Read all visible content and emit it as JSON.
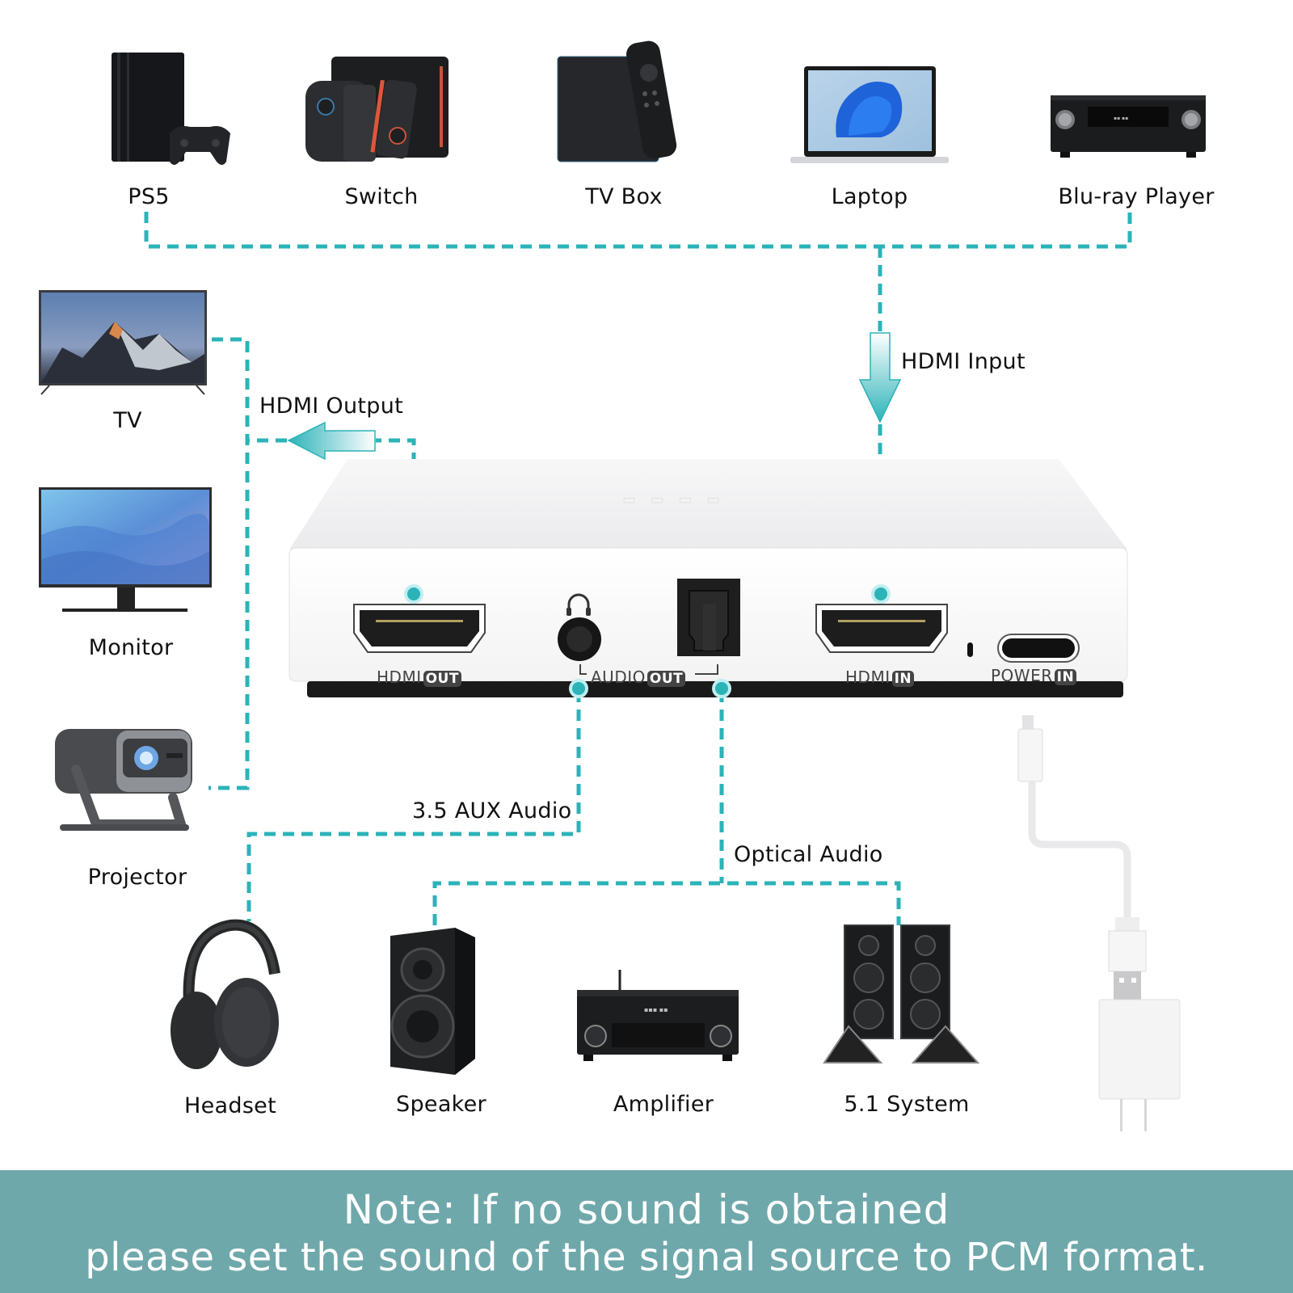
{
  "colors": {
    "accent": "#2bb3b8",
    "note_background": "#6fa8ab",
    "note_text": "#ffffff",
    "device_body": "#ffffff",
    "device_base": "#1a1a1a"
  },
  "sources": [
    {
      "label": "PS5",
      "icon": "ps5-console-icon"
    },
    {
      "label": "Switch",
      "icon": "switch-console-icon"
    },
    {
      "label": "TV Box",
      "icon": "tv-box-icon"
    },
    {
      "label": "Laptop",
      "icon": "laptop-icon"
    },
    {
      "label": "Blu-ray Player",
      "icon": "blu-ray-player-icon"
    }
  ],
  "displays": [
    {
      "label": "TV",
      "icon": "tv-icon"
    },
    {
      "label": "Monitor",
      "icon": "monitor-icon"
    },
    {
      "label": "Projector",
      "icon": "projector-icon"
    }
  ],
  "audio_devices": [
    {
      "label": "Headset",
      "icon": "headset-icon"
    },
    {
      "label": "Speaker",
      "icon": "speaker-icon"
    },
    {
      "label": "Amplifier",
      "icon": "amplifier-icon"
    },
    {
      "label": "5.1 System",
      "icon": "surround-system-icon"
    }
  ],
  "flows": {
    "hdmi_input": "HDMI Input",
    "hdmi_output": "HDMI Output",
    "aux_audio": "3.5 AUX Audio",
    "optical_audio": "Optical Audio"
  },
  "device_ports": {
    "hdmi_out": {
      "text": "HDMI",
      "badge": "OUT"
    },
    "audio_out": {
      "text": "AUDIO",
      "badge": "OUT"
    },
    "hdmi_in": {
      "text": "HDMI",
      "badge": "IN"
    },
    "power_in": {
      "text": "POWER",
      "badge": "IN"
    }
  },
  "note": {
    "line1": "Note:  If no sound is obtained",
    "line2": "please set the sound of the signal source to PCM format."
  }
}
